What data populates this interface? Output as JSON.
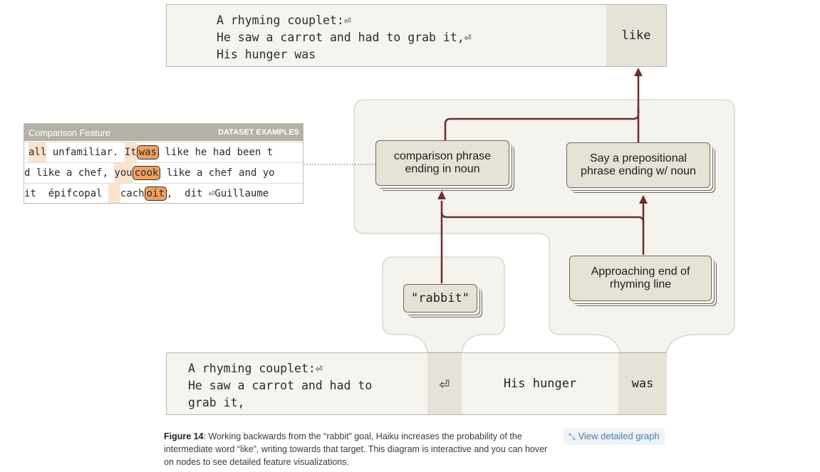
{
  "top_prompt": {
    "lines": [
      "A rhyming couplet:⏎",
      "He saw a carrot and had to grab it,⏎",
      "His hunger was"
    ],
    "target_token": "like"
  },
  "nodes": {
    "comparison": "comparison phrase ending in noun",
    "prepositional": "Say a prepositional phrase ending w/ noun",
    "approaching": "Approaching end of rhyming line",
    "rabbit": "\"rabbit\""
  },
  "bottom_prompt": {
    "lines": [
      "A rhyming couplet:⏎",
      "He saw a carrot and had to",
      "grab it,"
    ],
    "token_return": "⏎",
    "token_hunger": "His hunger",
    "token_was": "was"
  },
  "feature_panel": {
    "title": "Comparison Feature",
    "subtitle": "DATASET EXAMPLES",
    "rows": [
      [
        {
          "t": "all",
          "h": "light"
        },
        {
          "t": " unfamiliar. ",
          "h": "none"
        },
        {
          "t": "It",
          "h": "light"
        },
        {
          "t": "was",
          "h": "strong"
        },
        {
          "t": " like he had been t",
          "h": "none"
        }
      ],
      [
        {
          "t": "d like a chef, ",
          "h": "none"
        },
        {
          "t": "you",
          "h": "light"
        },
        {
          "t": "cook",
          "h": "strong"
        },
        {
          "t": " like a chef and yo",
          "h": "none"
        }
      ],
      [
        {
          "t": "it  épifcopal ",
          "h": "none"
        },
        {
          "t": "  ",
          "h": "light"
        },
        {
          "t": "cach",
          "h": "none"
        },
        {
          "t": "oit",
          "h": "strong"
        },
        {
          "t": ",  dit ⏎Guillaume",
          "h": "none"
        }
      ]
    ]
  },
  "caption": {
    "label": "Figure 14",
    "text": ": Working backwards from the “rabbit” goal, Haiku increases the probability of the intermediate word “like”, writing towards that target.  This diagram is interactive and you can hover on nodes to see detailed feature visualizations."
  },
  "view_graph_label": "View detailed graph",
  "colors": {
    "arrow": "#6b2e2e",
    "node_fill": "#e6e2d6",
    "highlight_strong": "#f0a060",
    "highlight_light": "#fbe3cc",
    "link": "#4a7bb0"
  }
}
